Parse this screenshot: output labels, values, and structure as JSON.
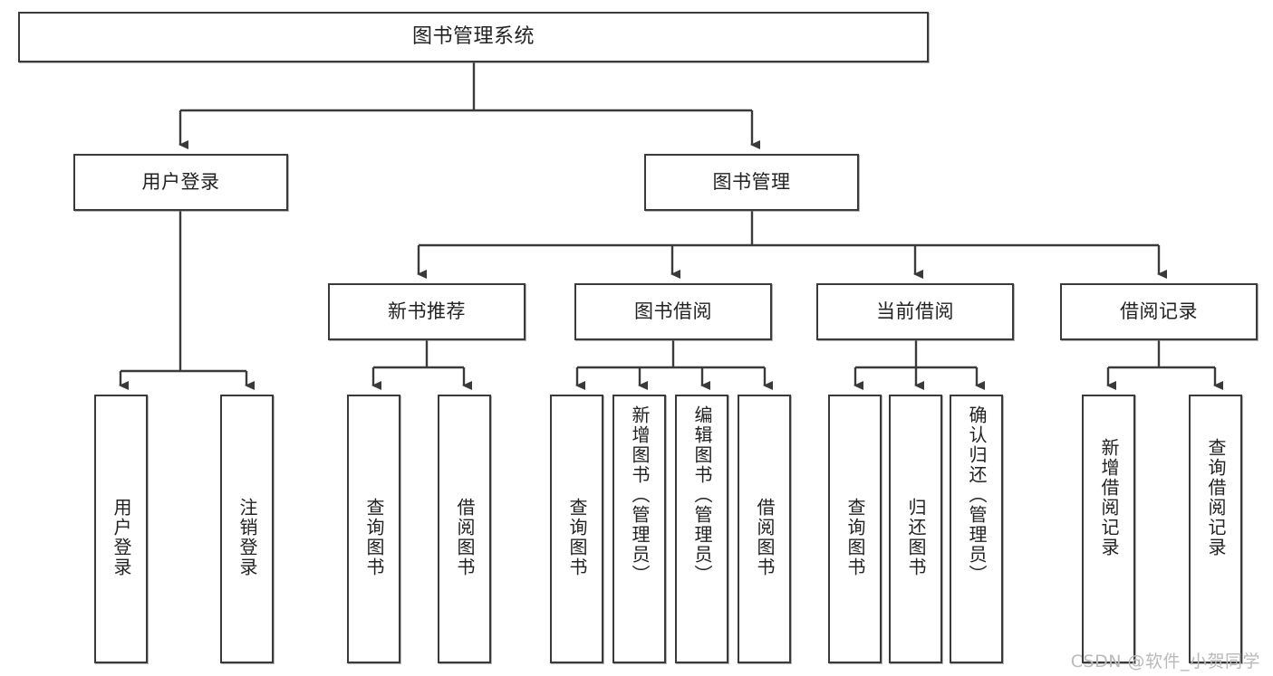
{
  "diagram": {
    "title": "图书管理系统",
    "watermark": "CSDN @软件_小贺同学",
    "line_color": "#3a3a3a",
    "box_fill": "#ffffff",
    "text_color": "#222222"
  },
  "nodes": {
    "root": {
      "label": "图书管理系统"
    },
    "level2": [
      {
        "label": "用户登录"
      },
      {
        "label": "图书管理"
      }
    ],
    "level3": [
      {
        "label": "新书推荐"
      },
      {
        "label": "图书借阅"
      },
      {
        "label": "当前借阅"
      },
      {
        "label": "借阅记录"
      }
    ],
    "leaves": {
      "user_login": [
        {
          "label": "用户登录"
        },
        {
          "label": "注销登录"
        }
      ],
      "new_book_recommend": [
        {
          "label": "查询图书"
        },
        {
          "label": "借阅图书"
        }
      ],
      "book_borrow": [
        {
          "label": "查询图书"
        },
        {
          "label": "新增图书（管理员）"
        },
        {
          "label": "编辑图书（管理员）"
        },
        {
          "label": "借阅图书"
        }
      ],
      "current_borrow": [
        {
          "label": "查询图书"
        },
        {
          "label": "归还图书"
        },
        {
          "label": "确认归还（管理员）"
        }
      ],
      "borrow_record": [
        {
          "label": "新增借阅记录"
        },
        {
          "label": "查询借阅记录"
        }
      ]
    }
  }
}
